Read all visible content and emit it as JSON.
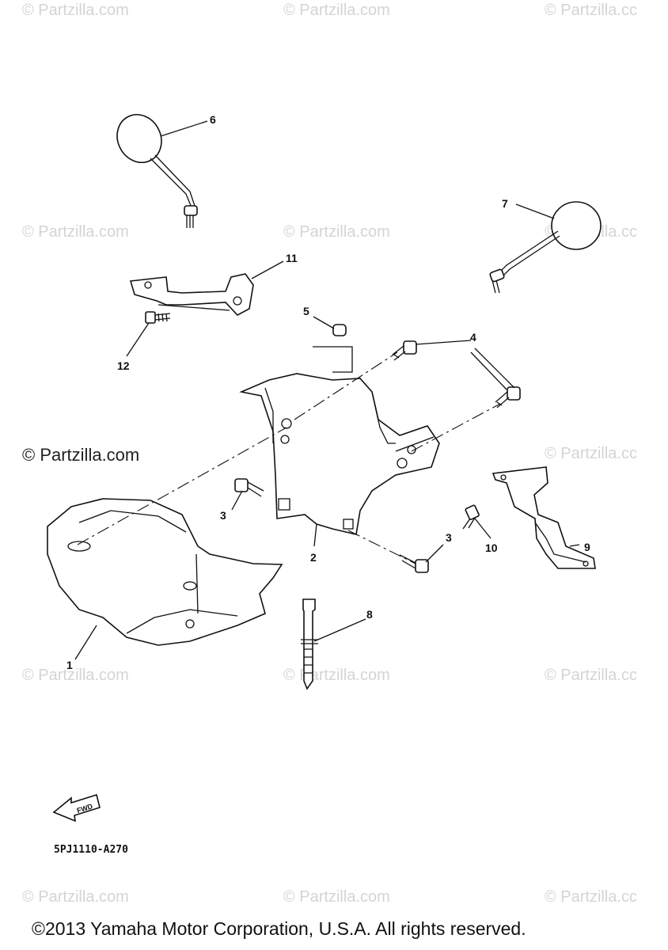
{
  "watermark": "© Partzilla.com",
  "watermark_clip": "© Partzilla.cc",
  "watermark_prominent": "© Partzilla.com",
  "diagram_code": "5PJ1110-A270",
  "fwd_label": "FWD",
  "copyright": "©2013 Yamaha Motor Corporation, U.S.A. All rights reserved.",
  "callouts": [
    "1",
    "2",
    "3",
    "3",
    "4",
    "5",
    "6",
    "7",
    "8",
    "9",
    "10",
    "11",
    "12"
  ]
}
